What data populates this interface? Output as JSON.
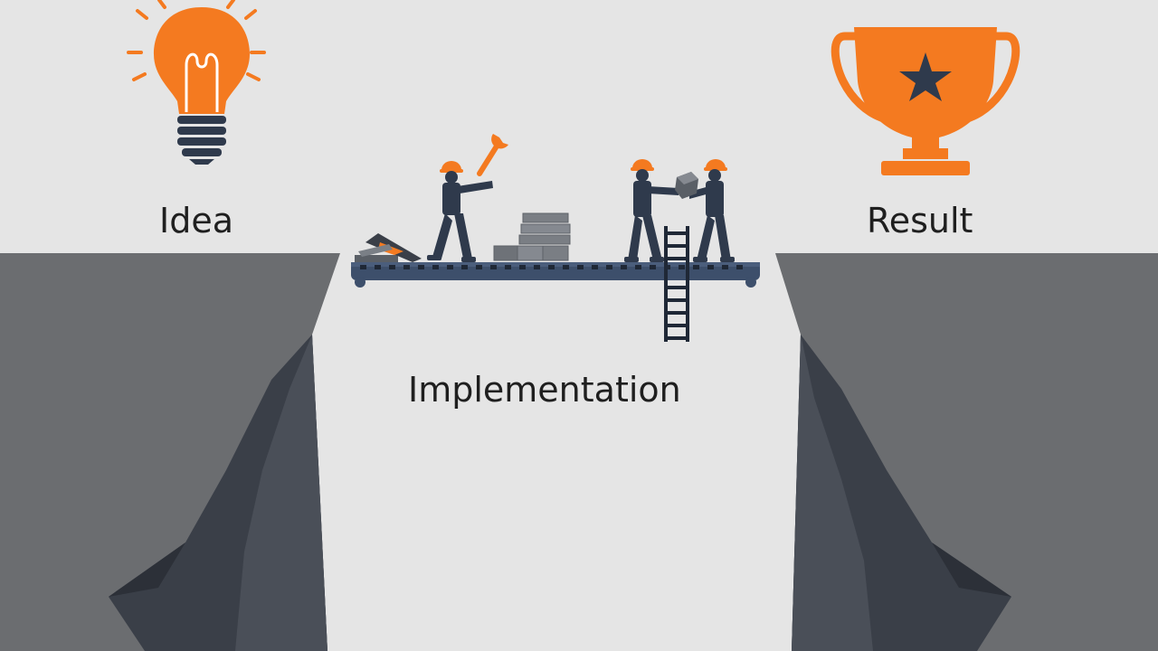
{
  "labels": {
    "idea": "Idea",
    "implementation": "Implementation",
    "result": "Result"
  },
  "colors": {
    "background": "#e5e5e5",
    "cliff_top": "#6b6d70",
    "cliff_dark": "#3a3f48",
    "accent_orange": "#f47a20",
    "worker_navy": "#2f3a4c",
    "bridge_blue": "#3d4f6b",
    "text": "#1f1f1f"
  },
  "icons": {
    "idea": "lightbulb-icon",
    "result": "trophy-icon",
    "tool": "wrench-icon"
  }
}
